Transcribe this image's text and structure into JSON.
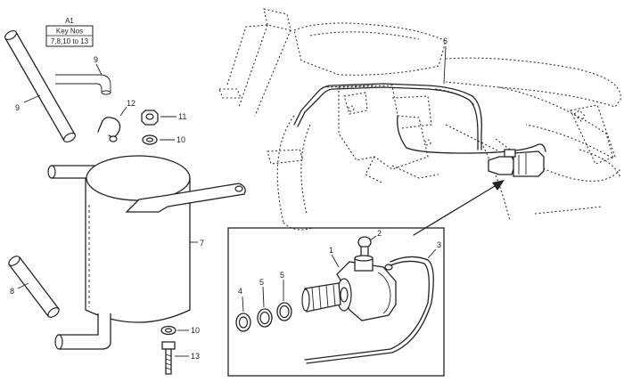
{
  "callout_box": {
    "ref": "A1",
    "title": "Key Nos",
    "range": "7,8,10 to 13"
  },
  "labels": {
    "p1": "1",
    "p2": "2",
    "p3": "3",
    "p4": "4",
    "p5a": "5",
    "p5b": "5",
    "p6": "6",
    "p7": "7",
    "p8": "8",
    "p9a": "9",
    "p9b": "9",
    "p10a": "10",
    "p10b": "10",
    "p11": "11",
    "p12": "12",
    "p13": "13"
  }
}
